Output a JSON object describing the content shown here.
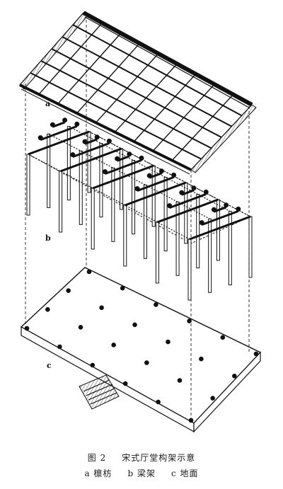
{
  "parts": {
    "a": {
      "letter": "a",
      "name": "檩枋"
    },
    "b": {
      "letter": "b",
      "name": "梁架"
    },
    "c": {
      "letter": "c",
      "name": "地面"
    }
  },
  "caption": {
    "figure_number": "图 2",
    "title": "宋式厅堂构架示意"
  }
}
